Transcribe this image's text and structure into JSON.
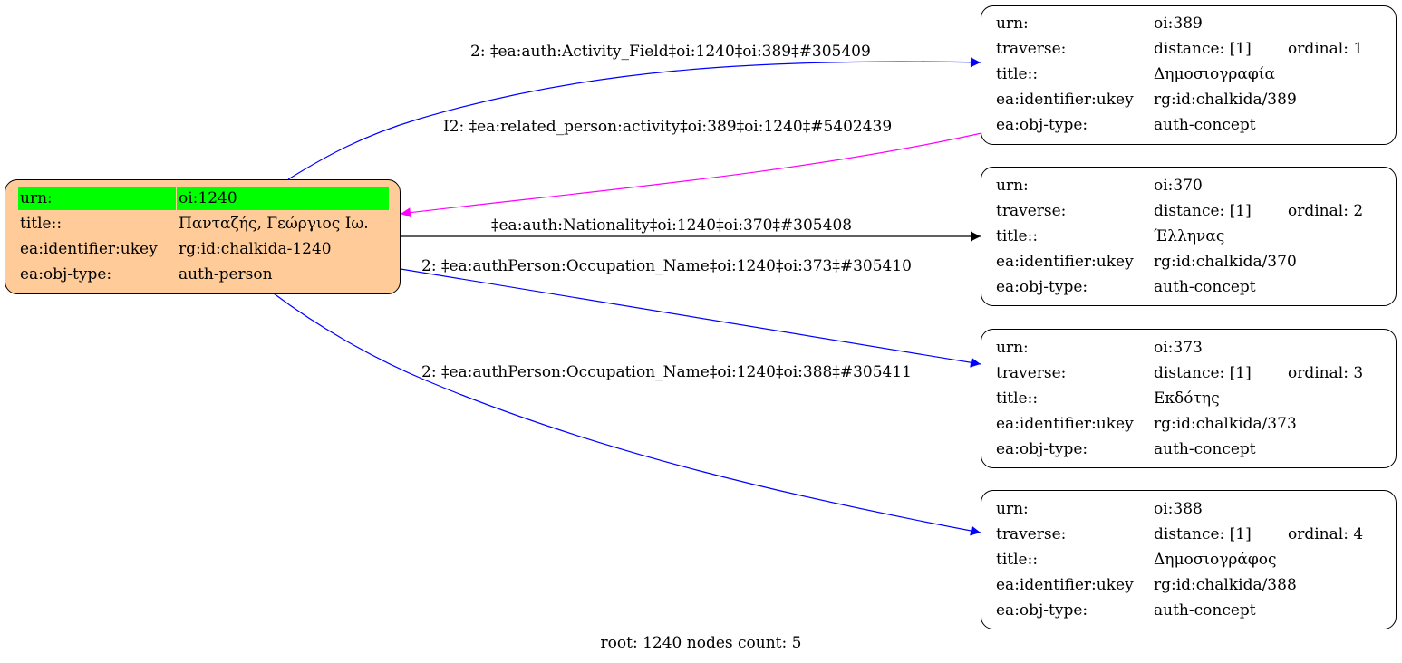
{
  "root": {
    "urn_key": "urn:",
    "urn": "oi:1240",
    "title_key": "title::",
    "title": "Πανταζής, Γεώργιος Ιω.",
    "ukey_key": "ea:identifier:ukey",
    "ukey": "rg:id:chalkida-1240",
    "type_key": "ea:obj-type:",
    "type": "auth-person"
  },
  "concepts": [
    {
      "urn_key": "urn:",
      "urn": "oi:389",
      "traverse_key": "traverse:",
      "distance": "distance: [1]",
      "ordinal": "ordinal: 1",
      "title_key": "title::",
      "title": "Δημοσιογραφία",
      "ukey_key": "ea:identifier:ukey",
      "ukey": "rg:id:chalkida/389",
      "type_key": "ea:obj-type:",
      "type": "auth-concept"
    },
    {
      "urn_key": "urn:",
      "urn": "oi:370",
      "traverse_key": "traverse:",
      "distance": "distance: [1]",
      "ordinal": "ordinal: 2",
      "title_key": "title::",
      "title": "Έλληνας",
      "ukey_key": "ea:identifier:ukey",
      "ukey": "rg:id:chalkida/370",
      "type_key": "ea:obj-type:",
      "type": "auth-concept"
    },
    {
      "urn_key": "urn:",
      "urn": "oi:373",
      "traverse_key": "traverse:",
      "distance": "distance: [1]",
      "ordinal": "ordinal: 3",
      "title_key": "title::",
      "title": "Εκδότης",
      "ukey_key": "ea:identifier:ukey",
      "ukey": "rg:id:chalkida/373",
      "type_key": "ea:obj-type:",
      "type": "auth-concept"
    },
    {
      "urn_key": "urn:",
      "urn": "oi:388",
      "traverse_key": "traverse:",
      "distance": "distance: [1]",
      "ordinal": "ordinal: 4",
      "title_key": "title::",
      "title": "Δημοσιογράφος",
      "ukey_key": "ea:identifier:ukey",
      "ukey": "rg:id:chalkida/388",
      "type_key": "ea:obj-type:",
      "type": "auth-concept"
    }
  ],
  "edges": [
    {
      "label": "2: ‡ea:auth:Activity_Field‡oi:1240‡oi:389‡#305409",
      "color": "#0000ff"
    },
    {
      "label": "I2: ‡ea:related_person:activity‡oi:389‡oi:1240‡#5402439",
      "color": "#ff00ff"
    },
    {
      "label": "‡ea:auth:Nationality‡oi:1240‡oi:370‡#305408",
      "color": "#000000"
    },
    {
      "label": "2: ‡ea:authPerson:Occupation_Name‡oi:1240‡oi:373‡#305410",
      "color": "#0000ff"
    },
    {
      "label": "2: ‡ea:authPerson:Occupation_Name‡oi:1240‡oi:388‡#305411",
      "color": "#0000ff"
    }
  ],
  "colors": {
    "root_fill": "#ffcc99",
    "urn_highlight": "#00ff00"
  },
  "footer": "root: 1240 nodes count: 5"
}
